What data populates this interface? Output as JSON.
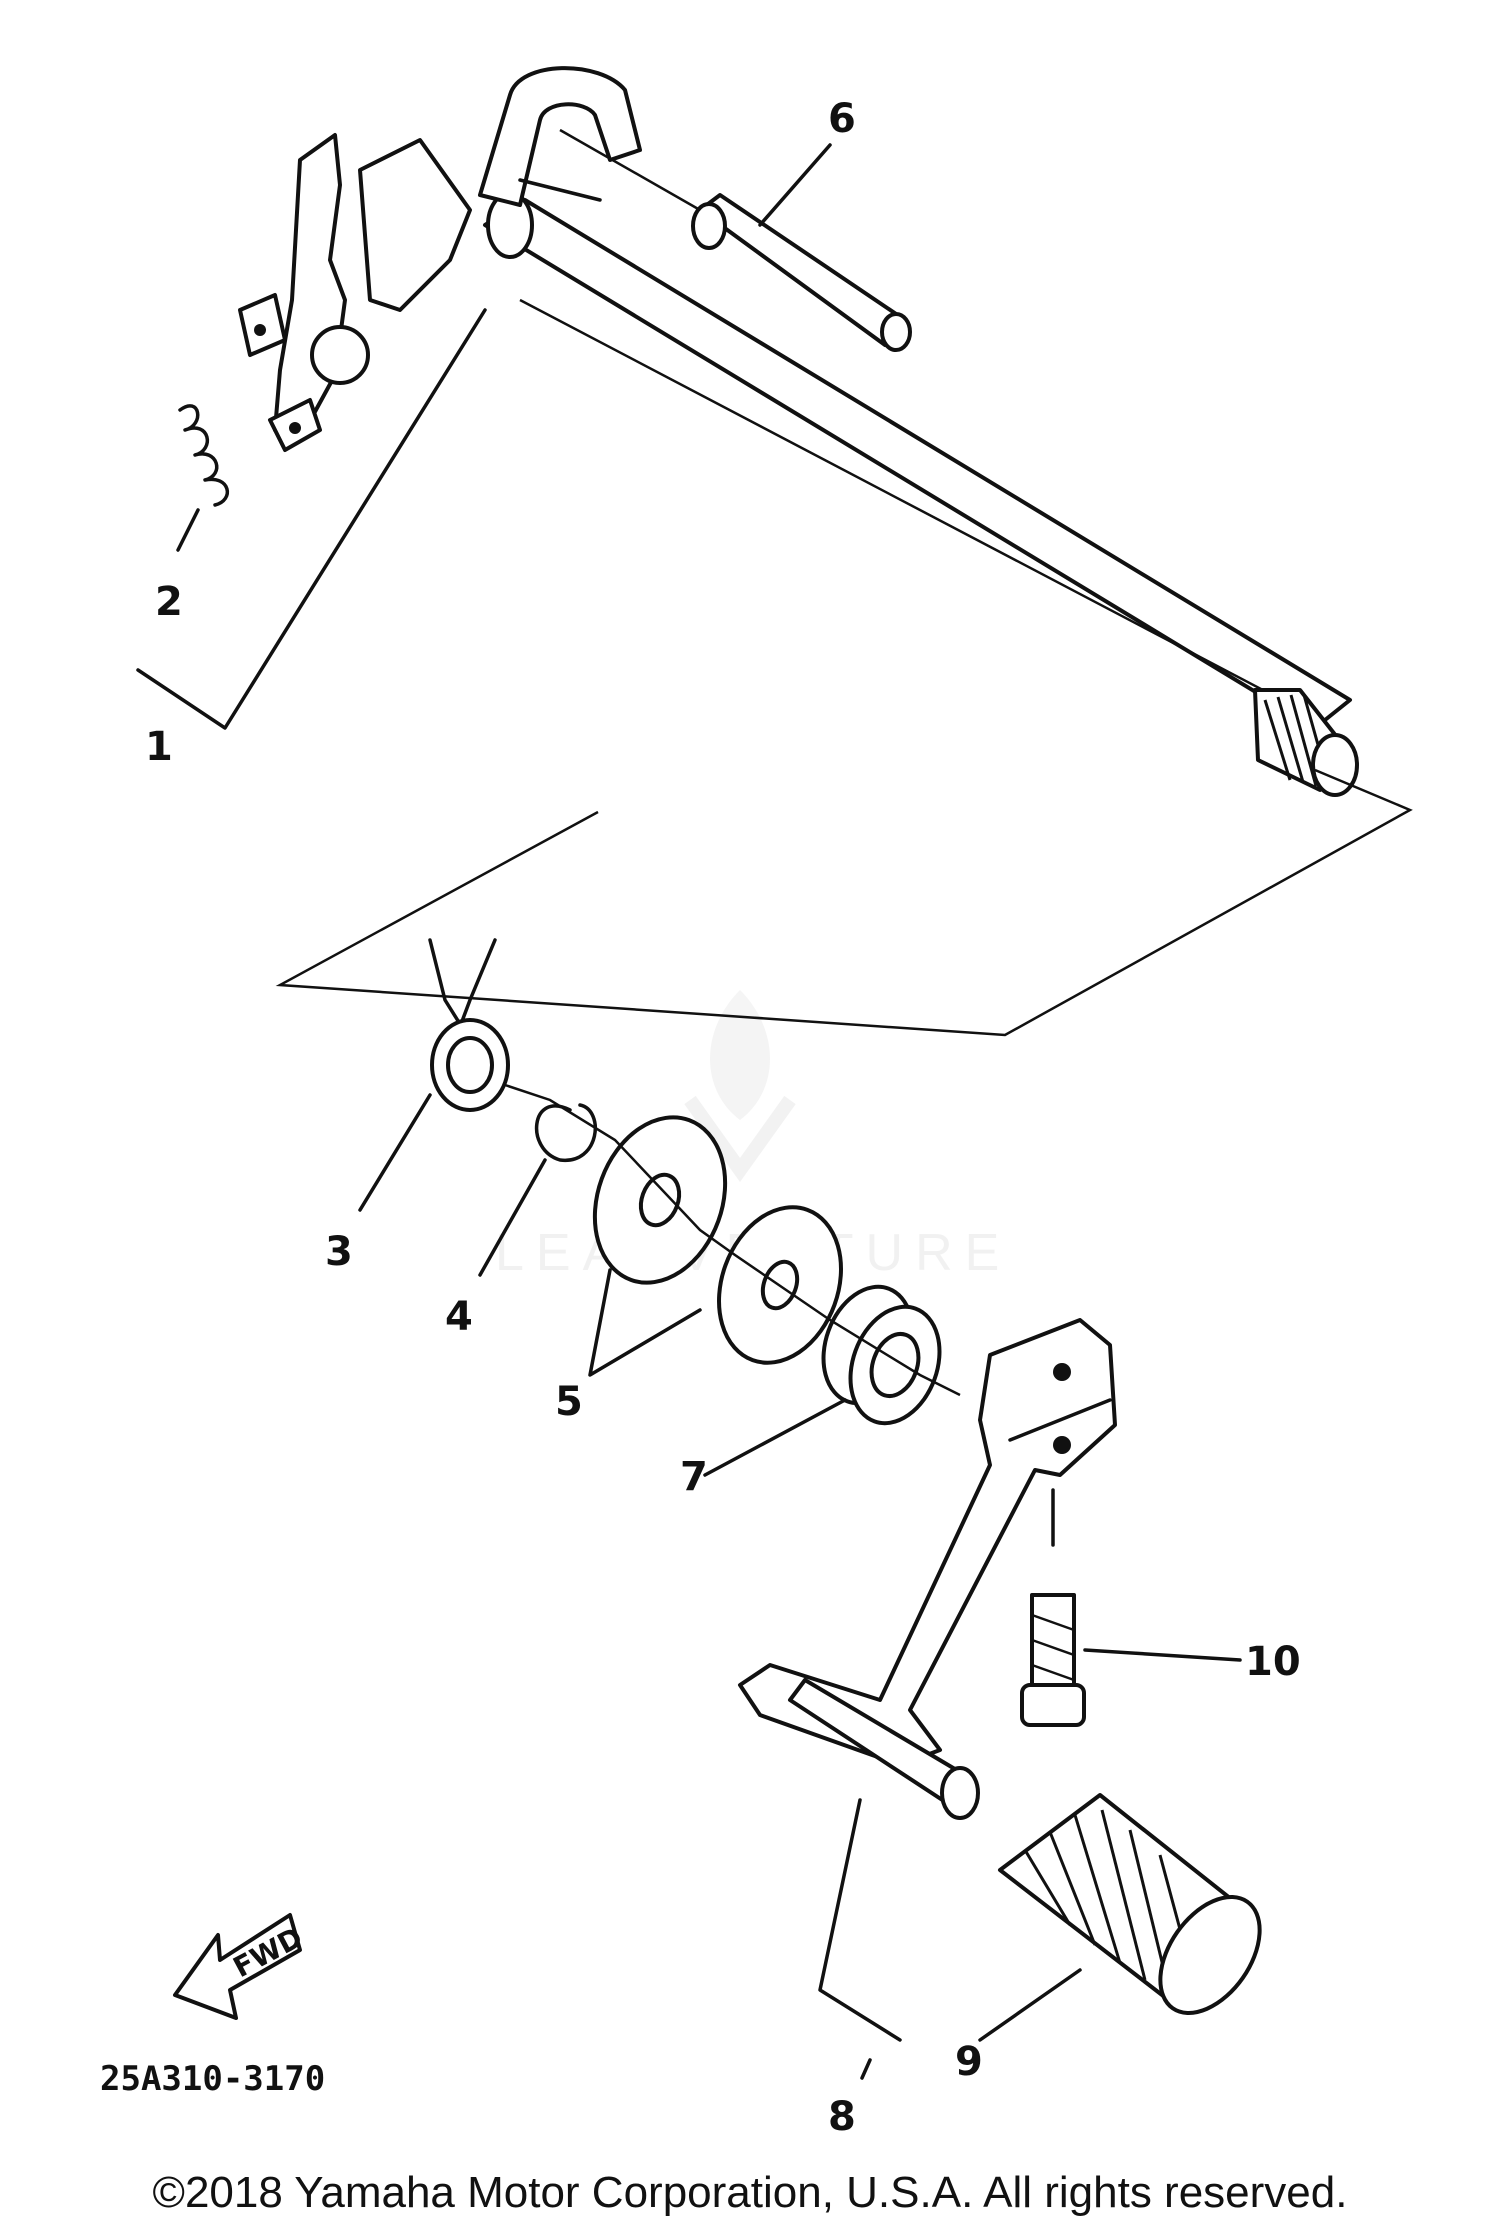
{
  "diagram": {
    "callouts": {
      "p1": "1",
      "p2": "2",
      "p3": "3",
      "p4": "4",
      "p5": "5",
      "p6": "6",
      "p7": "7",
      "p8": "8",
      "p9": "9",
      "p10": "10"
    },
    "arrow_label": "FWD",
    "drawing_code": "25A310-3170",
    "watermark": "LEADVENTURE"
  },
  "footer": {
    "copyright": "©2018 Yamaha Motor Corporation, U.S.A. All rights reserved."
  },
  "colors": {
    "ink": "#111111",
    "background": "#ffffff",
    "watermark": "#e6e6e6"
  }
}
